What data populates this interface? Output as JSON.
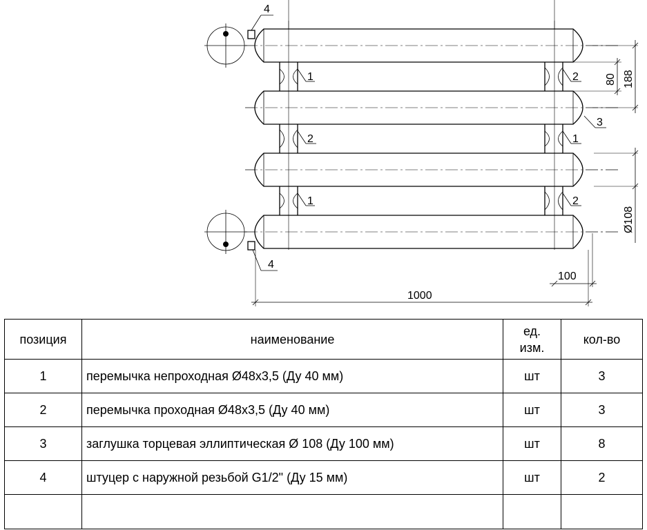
{
  "drawing": {
    "callouts": {
      "top_fitting": "4",
      "bottom_fitting": "4",
      "row1_left": "1",
      "row1_right": "2",
      "row2_left": "2",
      "row2_right": "1",
      "row3_left": "1",
      "row3_right": "2",
      "end_cap": "3"
    },
    "dimensions": {
      "pitch": "80",
      "overall_height": "188",
      "pipe_diameter": "Ø108",
      "end_offset": "100",
      "length": "1000"
    }
  },
  "spec_table": {
    "headers": {
      "position": "позиция",
      "name": "наименование",
      "unit_line1": "ед.",
      "unit_line2": "изм.",
      "qty": "кол-во"
    },
    "rows": [
      {
        "position": "1",
        "name": "перемычка непроходная Ø48х3,5 (Ду 40 мм)",
        "unit": "шт",
        "qty": "3"
      },
      {
        "position": "2",
        "name": "перемычка проходная Ø48х3,5 (Ду 40 мм)",
        "unit": "шт",
        "qty": "3"
      },
      {
        "position": "3",
        "name": "заглушка торцевая эллиптическая  Ø 108 (Ду 100 мм)",
        "unit": "шт",
        "qty": "8"
      },
      {
        "position": "4",
        "name": "штуцер с наружной резьбой G1/2\" (Ду 15 мм)",
        "unit": "шт",
        "qty": "2"
      },
      {
        "position": "",
        "name": "",
        "unit": "",
        "qty": ""
      }
    ]
  }
}
